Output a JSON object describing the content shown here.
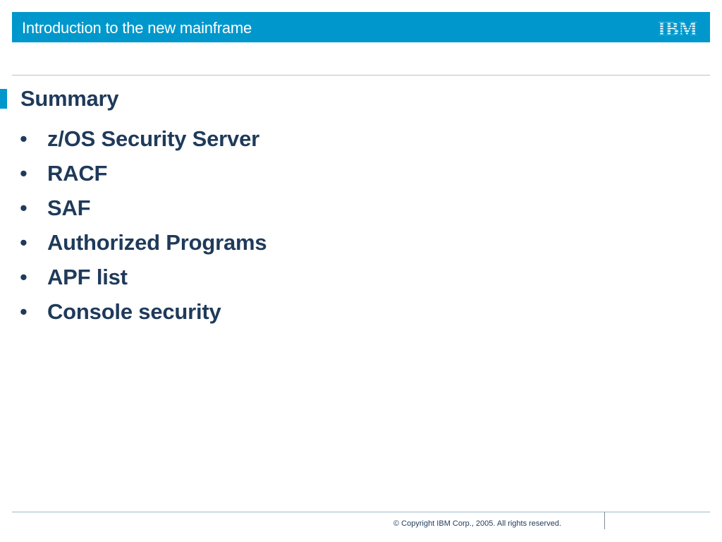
{
  "header": {
    "title": "Introduction to the new mainframe",
    "logo_text": "IBM"
  },
  "slide": {
    "title": "Summary",
    "bullet_glyph": "•",
    "bullets": [
      "z/OS Security Server",
      "RACF",
      "SAF",
      "Authorized Programs",
      "APF list",
      "Console security"
    ]
  },
  "footer": {
    "copyright": "© Copyright IBM Corp., 2005. All rights reserved."
  },
  "colors": {
    "header_blue": "#0098cc",
    "title_text": "#1f3a5a",
    "rule_gray": "#b9c3ca"
  }
}
